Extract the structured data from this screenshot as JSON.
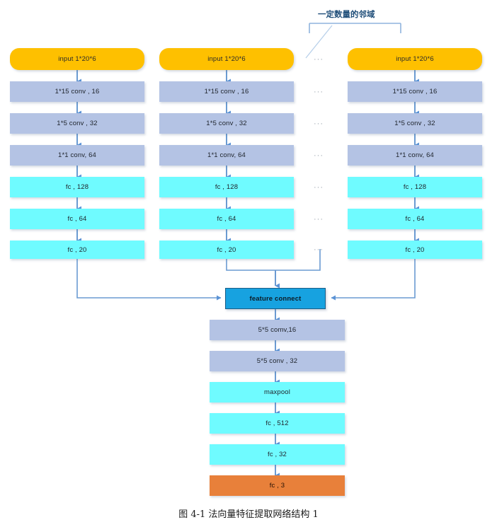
{
  "figure": {
    "caption": "图 4-1  法向量特征提取网络结构 1",
    "annotation": "一定数量的邻域"
  },
  "colors": {
    "input": "#fec000",
    "conv": "#b4c3e4",
    "fc": "#6ffbff",
    "connect": "#17a2e0",
    "output": "#e8803a",
    "arrow": "#6b9bd2",
    "annotation_text": "#1f4e79"
  },
  "branches": {
    "count_shown": 3,
    "ellipsis": "···",
    "layers": [
      {
        "label": "input 1*20*6",
        "type": "input"
      },
      {
        "label": "1*15 conv , 16",
        "type": "conv"
      },
      {
        "label": "1*5 conv , 32",
        "type": "conv"
      },
      {
        "label": "1*1 conv, 64",
        "type": "conv"
      },
      {
        "label": "fc , 128",
        "type": "fc"
      },
      {
        "label": "fc , 64",
        "type": "fc"
      },
      {
        "label": "fc , 20",
        "type": "fc"
      }
    ]
  },
  "merge": {
    "label": "feature connect",
    "type": "connect"
  },
  "trunk": {
    "layers": [
      {
        "label": "5*5 comv,16",
        "type": "conv"
      },
      {
        "label": "5*5 conv , 32",
        "type": "conv"
      },
      {
        "label": "maxpool",
        "type": "fc"
      },
      {
        "label": "fc , 512",
        "type": "fc"
      },
      {
        "label": "fc , 32",
        "type": "fc"
      },
      {
        "label": "fc , 3",
        "type": "output"
      }
    ]
  }
}
